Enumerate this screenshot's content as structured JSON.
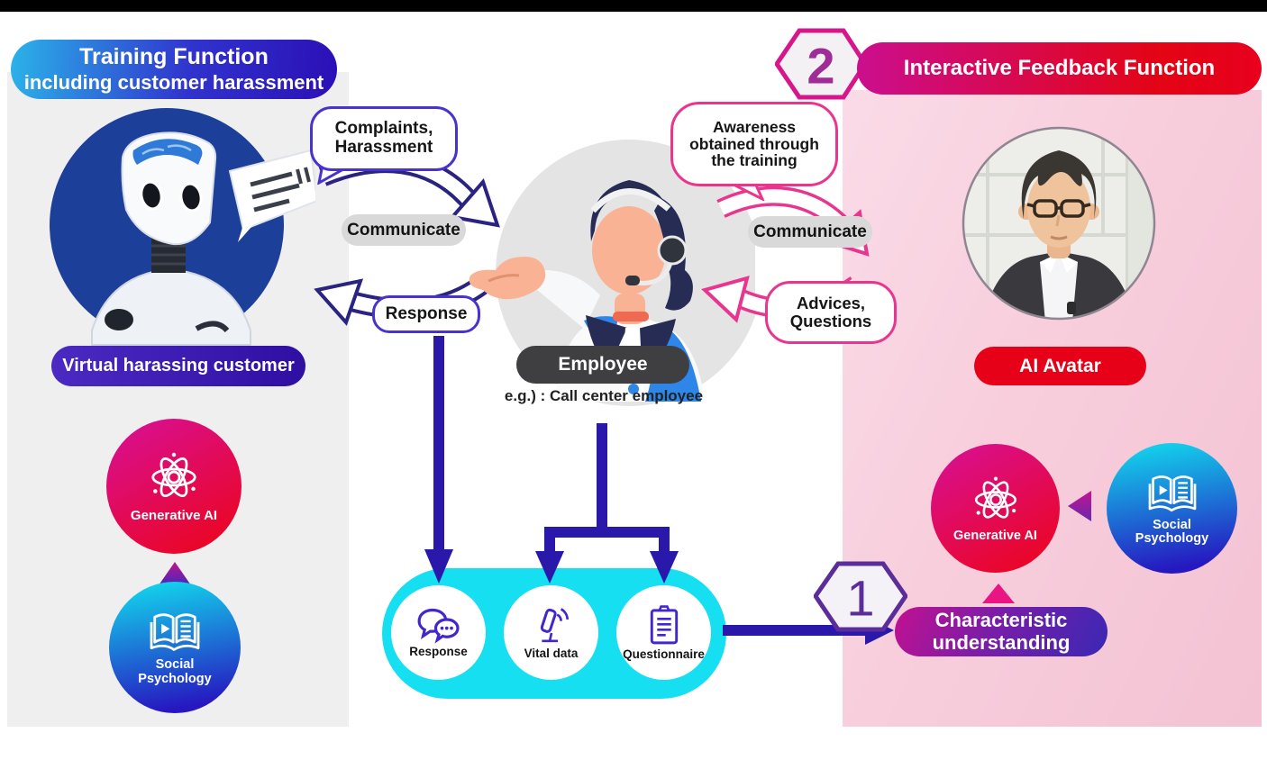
{
  "training": {
    "title_lines": [
      "Training Function",
      "including customer harassment"
    ],
    "robot_label": "Virtual harassing customer",
    "gen_ai_label": "Generative AI",
    "social_lines": [
      "Social",
      "Psychology"
    ]
  },
  "center": {
    "complaints_lines": [
      "Complaints,",
      "Harassment"
    ],
    "communicate": "Communicate",
    "response": "Response",
    "employee_label": "Employee",
    "employee_example": "e.g.) : Call center employee",
    "collector": {
      "response": "Response",
      "vital": "Vital data",
      "questionnaire": "Questionnaire"
    }
  },
  "feedback": {
    "step_number": "2",
    "title": "Interactive Feedback Function",
    "awareness_lines": [
      "Awareness",
      "obtained through",
      "the training"
    ],
    "communicate": "Communicate",
    "advices_lines": [
      "Advices,",
      "Questions"
    ],
    "avatar_label": "AI Avatar",
    "gen_ai_label": "Generative AI",
    "social_lines": [
      "Social",
      "Psychology"
    ],
    "step1_number": "1",
    "characteristic_lines": [
      "Characteristic",
      "understanding"
    ]
  },
  "colors": {
    "top_bar": "#000000",
    "left_panel_bg": "#efeff0",
    "right_panel_pink": "#f8cfdd",
    "training_gradient": [
      "#2bb3e9",
      "#3033cd",
      "#2b0fb6"
    ],
    "feedback_gradient": [
      "#cb0e8e",
      "#e8001e"
    ],
    "indigo_arrow": "#2a18aa",
    "indigo_outline": "#4634cc",
    "pink_outline": "#e8368f",
    "cyan_container": "#15dff0",
    "icon_purple": "#4327cc",
    "gray_pill": "#d9d9d9",
    "dark_pill": "#3f3f41",
    "red_pill": "#e60018",
    "genai_gradient": [
      "#d90f8e",
      "#ea0626"
    ],
    "social_gradient": [
      "#12d4ec",
      "#2617c0"
    ],
    "characteristic_gradient": [
      "#c11190",
      "#3a28b4"
    ],
    "hex1_purple": "#5b2d9b",
    "hex2_border": "#d6178c",
    "hex2_number": "#9e2d98"
  },
  "icons": {
    "atom-icon": "atom orbitals",
    "open-book-icon": "open book with play button",
    "chat-bubbles-icon": "two speech bubbles",
    "vital-sensor-icon": "sensor with signal waves",
    "clipboard-icon": "clipboard checklist",
    "speech-burst-icon": "speech note with exclamation"
  }
}
